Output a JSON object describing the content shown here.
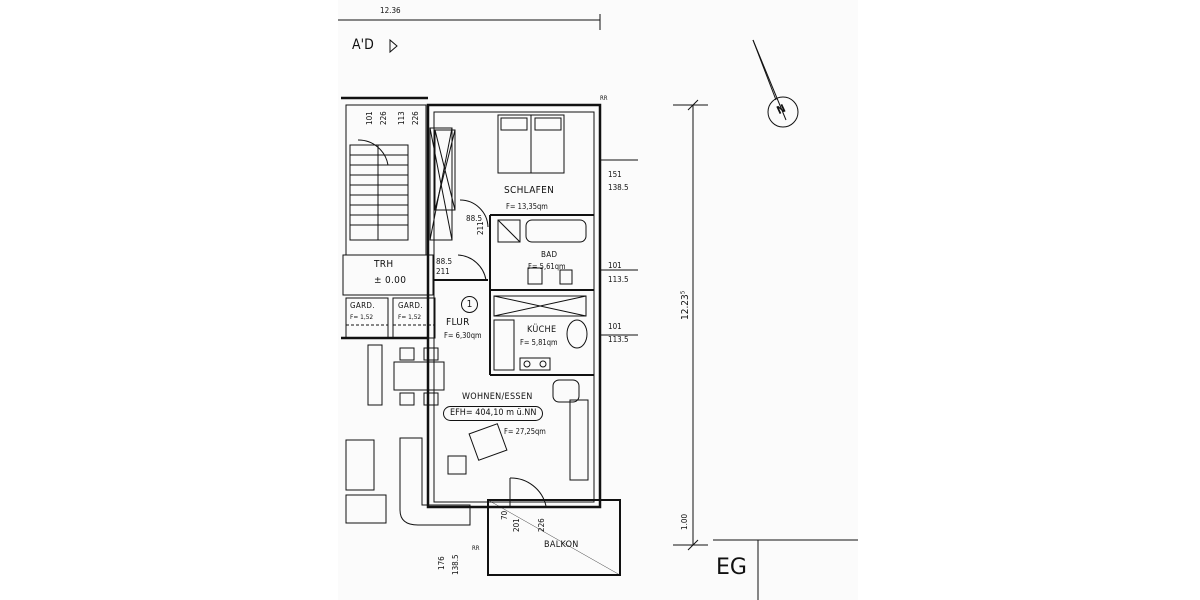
{
  "drawing": {
    "section_marker": "A'D",
    "top_dimension": "12.36",
    "floor_label": "EG",
    "north_label": "N",
    "total_height_dim": "12.23⁵",
    "bottom_height_dim": "1.00",
    "corner_mark_top": "RR",
    "corner_mark_bottom": "RR"
  },
  "rooms": {
    "schlafen": {
      "name": "SCHLAFEN",
      "area": "F= 13,35qm"
    },
    "bad": {
      "name": "BAD",
      "area": "F= 5,61qm"
    },
    "kueche": {
      "name": "KÜCHE",
      "area": "F= 5,81qm"
    },
    "flur": {
      "name": "FLUR",
      "area": "F= 6,30qm",
      "number": "1"
    },
    "wohnen": {
      "name": "WOHNEN/ESSEN",
      "efh": "EFH= 404,10 m ü.NN",
      "area": "F= 27,25qm"
    },
    "balkon": {
      "name": "BALKON"
    },
    "trh": {
      "name": "TRH",
      "level": "± 0.00"
    },
    "gard1": {
      "name": "GARD.",
      "area": "F= 1,52"
    },
    "gard2": {
      "name": "GARD.",
      "area": "F= 1,52"
    }
  },
  "window_dims": {
    "w1_top": "151",
    "w1_bottom": "138.5",
    "w2_top": "101",
    "w2_bottom": "113.5",
    "w3_top": "101",
    "w3_bottom": "113.5"
  },
  "door_dims": {
    "stair_a": "101",
    "stair_b": "226",
    "stair_c": "113",
    "stair_d": "226",
    "door1_a": "88.5",
    "door1_b": "211",
    "door2_a": "88.5",
    "door2_b": "211",
    "balkon_a": "70",
    "balkon_b": "201",
    "balkon_c": "226",
    "left_a": "176",
    "left_b": "138.5"
  }
}
